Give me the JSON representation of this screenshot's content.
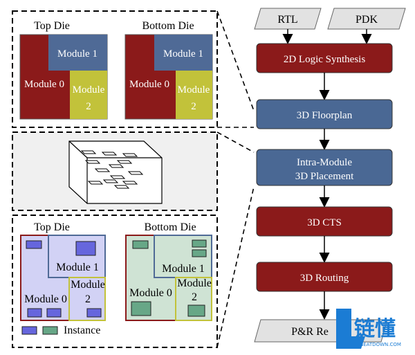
{
  "inputs": {
    "rtl": "RTL",
    "pdk": "PDK"
  },
  "flow": {
    "logic_synthesis": "2D Logic Synthesis",
    "floorplan": "3D Floorplan",
    "placement_line1": "Intra-Module",
    "placement_line2": "3D Placement",
    "cts": "3D CTS",
    "routing": "3D Routing",
    "output": "P&R Re"
  },
  "floorplan_panel": {
    "top_die": "Top Die",
    "bottom_die": "Bottom Die",
    "module0": "Module 0",
    "module1": "Module 1",
    "module2_line1": "Module",
    "module2_line2": "2"
  },
  "placement_panel": {
    "top_die": "Top Die",
    "bottom_die": "Bottom Die",
    "module0": "Module 0",
    "module1": "Module 1",
    "module2_line1": "Module",
    "module2_line2": "2",
    "legend_label": "Instance"
  },
  "watermark": {
    "cn": "链懂",
    "url": "NEATDOWN.COM"
  },
  "colors": {
    "dark_red": "#8b1a1a",
    "steel_blue": "#4f6a96",
    "olive": "#c2c23a",
    "flow_blue": "#4a6894",
    "light_purple": "#d2d2f5",
    "light_green": "#cfe3d4",
    "instance_blue": "#6666dd",
    "instance_green": "#67a787",
    "watermark_blue": "#1b7cd4"
  }
}
